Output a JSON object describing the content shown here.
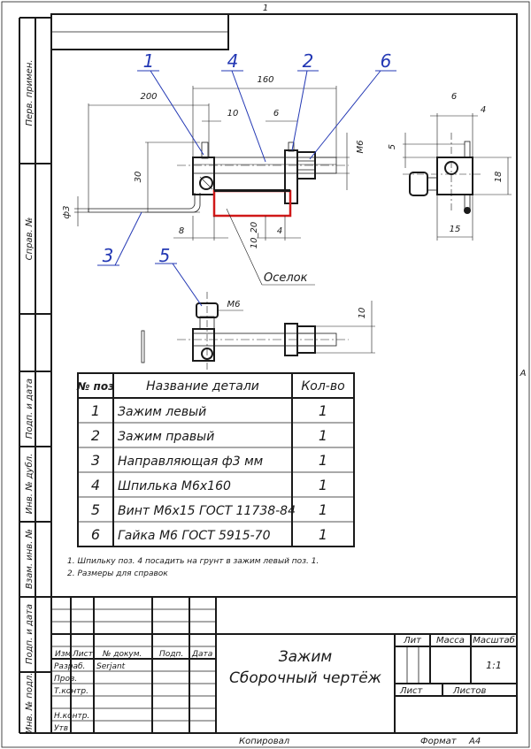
{
  "sheet": {
    "sheet_number": "1",
    "format_label": "Формат",
    "format_value": "A4",
    "copied_label": "Копировал",
    "side_mark": "A"
  },
  "side_labels": {
    "perv_primen": "Перв. примен.",
    "sprav_no": "Справ. №",
    "podp_data_1": "Подп. и дата",
    "inv_dubl": "Инв. № дубл.",
    "vzam_inv": "Взам. инв. №",
    "podp_data_2": "Подп. и дата",
    "inv_podl": "Инв. № подл."
  },
  "callouts": [
    "1",
    "4",
    "2",
    "6",
    "3",
    "5"
  ],
  "oselok_label": "Оселок",
  "dimensions": {
    "d200": "200",
    "d160": "160",
    "d10a": "10",
    "d6a": "6",
    "dM6a": "M6",
    "d30": "30",
    "d3": "ф3",
    "d8": "8",
    "d10_20": "10_20",
    "d4a": "4",
    "dM6b": "M6",
    "d10b": "10",
    "side_d6": "6",
    "side_d4": "4",
    "side_d5": "5",
    "side_d18": "18",
    "side_d15": "15"
  },
  "parts_table": {
    "headers": [
      "№ поз",
      "Название детали",
      "Кол-во"
    ],
    "rows": [
      {
        "pos": "1",
        "name": "Зажим левый",
        "qty": "1"
      },
      {
        "pos": "2",
        "name": "Зажим правый",
        "qty": "1"
      },
      {
        "pos": "3",
        "name": "Направляющая ф3 мм",
        "qty": "1"
      },
      {
        "pos": "4",
        "name": "Шпилька M6x160",
        "qty": "1"
      },
      {
        "pos": "5",
        "name": "Винт M6x15 ГОСТ 11738-84",
        "qty": "1"
      },
      {
        "pos": "6",
        "name": "Гайка M6 ГОСТ 5915-70",
        "qty": "1"
      }
    ]
  },
  "notes": [
    "1.  Шпильку поз. 4 посадить на грунт  в зажим левый поз. 1.",
    "2.  Размеры для справок"
  ],
  "title_block": {
    "title_line1": "Зажим",
    "title_line2": "Сборочный чертёж",
    "col_izm": "Изм",
    "col_list": "Лист",
    "col_doc": "№ докум.",
    "col_podp": "Подп.",
    "col_data": "Дата",
    "razrab": "Разраб.",
    "razrab_name": "Serjant",
    "prov": "Пров.",
    "tkontr": "Т.контр.",
    "nkontr": "Н.контр.",
    "utv": "Утв",
    "lit": "Лит",
    "massa": "Масса",
    "masshtab": "Масштаб",
    "scale_value": "1:1",
    "list": "Лист",
    "listov": "Листов"
  }
}
